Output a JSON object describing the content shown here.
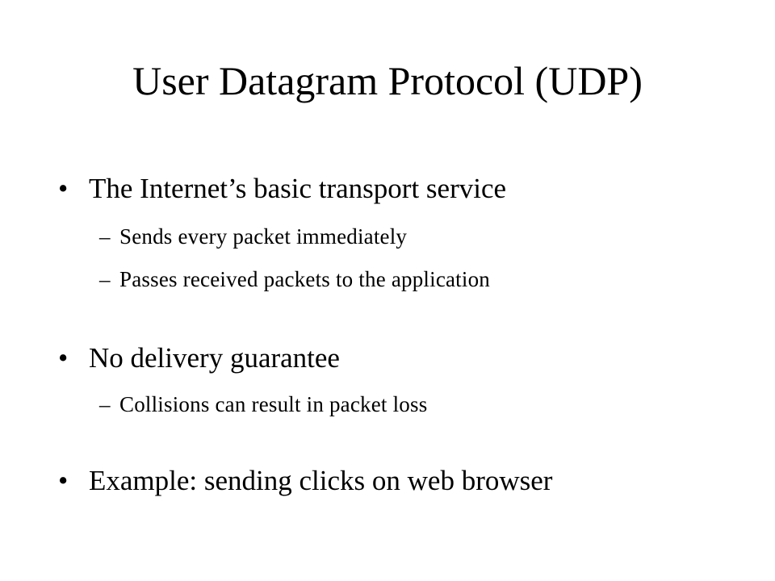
{
  "slide": {
    "title": "User Datagram Protocol (UDP)",
    "bullet_marker": "•",
    "sub_marker": "–",
    "bullets": [
      {
        "text": "The Internet’s basic transport service",
        "subs": [
          "Sends every packet immediately",
          "Passes received packets to the application"
        ]
      },
      {
        "text": "No delivery guarantee",
        "subs": [
          "Collisions can result in packet loss"
        ]
      },
      {
        "text": "Example: sending clicks on web browser",
        "subs": []
      }
    ]
  }
}
